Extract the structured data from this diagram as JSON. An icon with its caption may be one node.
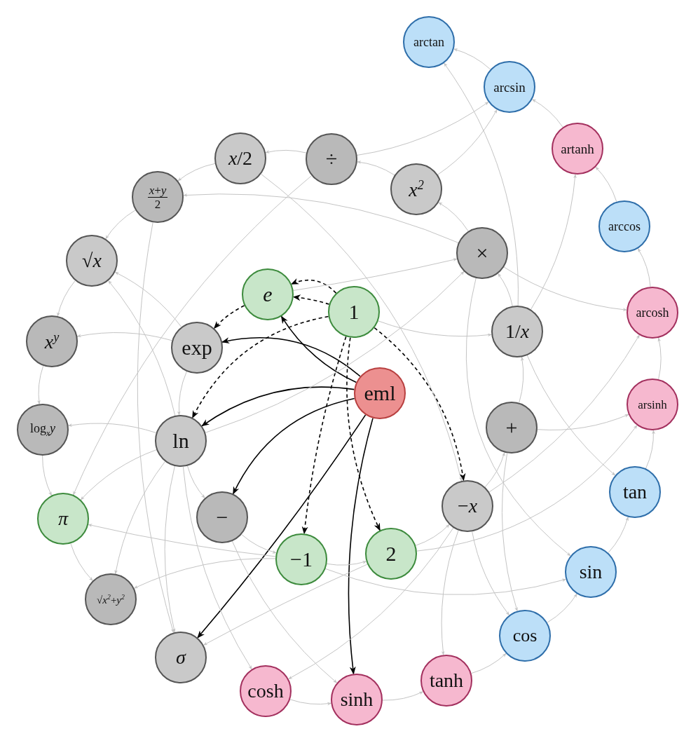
{
  "diagram": {
    "nodes": [
      {
        "text": [
          "eml"
        ]
      },
      {
        "text": [
          "1"
        ]
      },
      {
        "text": [
          "e"
        ]
      },
      {
        "text": [
          "exp"
        ]
      },
      {
        "text": [
          "ln"
        ]
      },
      {
        "text": [
          "−"
        ]
      },
      {
        "text": [
          "−1"
        ]
      },
      {
        "text": [
          "2"
        ]
      },
      {
        "text": [
          "−*x*"
        ]
      },
      {
        "text": [
          "+"
        ]
      },
      {
        "text": [
          "1/*x*"
        ]
      },
      {
        "text": [
          "×"
        ]
      },
      {
        "text": [
          "*x*$^{2}$"
        ]
      },
      {
        "text": [
          "÷"
        ]
      },
      {
        "text": [
          "*x*/2"
        ]
      },
      {
        "text": [
          "*x*+*y*",
          "2"
        ]
      },
      {
        "text": [
          "√*x*"
        ]
      },
      {
        "text": [
          "*x*$^{y}$"
        ]
      },
      {
        "text": [
          "log$_{x}$*y*"
        ]
      },
      {
        "text": [
          "π"
        ]
      },
      {
        "text": [
          "√*x*$^{2}$+*y*$^{2}$"
        ]
      },
      {
        "text": [
          "σ"
        ]
      },
      {
        "text": [
          "cosh"
        ]
      },
      {
        "text": [
          "sinh"
        ]
      },
      {
        "text": [
          "tanh"
        ]
      },
      {
        "text": [
          "cos"
        ]
      },
      {
        "text": [
          "sin"
        ]
      },
      {
        "text": [
          "tan"
        ]
      },
      {
        "text": [
          "arsinh"
        ]
      },
      {
        "text": [
          "arcosh"
        ]
      },
      {
        "text": [
          "arccos"
        ]
      },
      {
        "text": [
          "artanh"
        ]
      },
      {
        "text": [
          "arcsin"
        ]
      },
      {
        "text": [
          "arctan"
        ]
      }
    ],
    "edges": [
      {
        "from": 0,
        "to": 2,
        "arrow": "to",
        "color": "#000000"
      },
      {
        "from": 0,
        "to": 3,
        "arrow": "to",
        "color": "#000000"
      },
      {
        "from": 0,
        "to": 4,
        "arrow": "to",
        "color": "#000000"
      },
      {
        "from": 0,
        "to": 5,
        "arrow": "to",
        "color": "#000000"
      },
      {
        "from": 0,
        "to": 21,
        "arrow": "to",
        "color": "#000000"
      },
      {
        "from": 0,
        "to": 23,
        "arrow": "to",
        "color": "#000000"
      },
      {
        "from": 1,
        "to": 2,
        "arrow": "to",
        "style": "dashed",
        "color": "#000000"
      },
      {
        "from": 1,
        "to": 2,
        "arrow": "to",
        "style": "dashed",
        "color": "#000000"
      },
      {
        "from": 2,
        "to": 3,
        "arrow": "to",
        "style": "dashed",
        "color": "#000000"
      },
      {
        "from": 1,
        "to": 4,
        "arrow": "to",
        "style": "dashed",
        "color": "#000000"
      },
      {
        "from": 1,
        "to": 6,
        "arrow": "to",
        "style": "dashed",
        "color": "#000000"
      },
      {
        "from": 1,
        "to": 7,
        "arrow": "to",
        "style": "dashed",
        "color": "#000000"
      },
      {
        "from": 1,
        "to": 8,
        "arrow": "to",
        "style": "dashed",
        "color": "#000000"
      },
      {
        "from": 13,
        "to": 14,
        "arrow": "to"
      },
      {
        "from": 14,
        "to": 15,
        "arrow": "to"
      },
      {
        "from": 15,
        "to": 16,
        "arrow": "to"
      },
      {
        "from": 16,
        "to": 17,
        "arrow": "to"
      },
      {
        "from": 17,
        "to": 18,
        "arrow": "to"
      },
      {
        "from": 18,
        "to": 19,
        "arrow": "to"
      },
      {
        "from": 19,
        "to": 20,
        "arrow": "to"
      },
      {
        "from": 32,
        "to": 33,
        "arrow": "to"
      },
      {
        "from": 31,
        "to": 32,
        "arrow": "to"
      },
      {
        "from": 30,
        "to": 31,
        "arrow": "to"
      },
      {
        "from": 29,
        "to": 30,
        "arrow": "to"
      },
      {
        "from": 28,
        "to": 29,
        "arrow": "to"
      },
      {
        "from": 27,
        "to": 28,
        "arrow": "to"
      },
      {
        "from": 26,
        "to": 27,
        "arrow": "to"
      },
      {
        "from": 25,
        "to": 26,
        "arrow": "to"
      },
      {
        "from": 24,
        "to": 25,
        "arrow": "to"
      },
      {
        "from": 23,
        "to": 24,
        "arrow": "to"
      },
      {
        "from": 22,
        "to": 23,
        "arrow": "to"
      },
      {
        "from": 11,
        "to": 12,
        "arrow": "to"
      },
      {
        "from": 12,
        "to": 13,
        "arrow": "to"
      },
      {
        "from": 10,
        "to": 11,
        "arrow": "to"
      },
      {
        "from": 9,
        "to": 10,
        "arrow": "to"
      },
      {
        "from": 8,
        "to": 9,
        "arrow": "to"
      },
      {
        "from": 7,
        "to": 8,
        "arrow": "to"
      },
      {
        "from": 6,
        "to": 7,
        "arrow": "to"
      },
      {
        "from": 5,
        "to": 6,
        "arrow": "to"
      },
      {
        "from": 4,
        "to": 5,
        "arrow": "to"
      },
      {
        "from": 3,
        "to": 4,
        "arrow": "to"
      },
      {
        "from": 4,
        "to": 18,
        "arrow": "to"
      },
      {
        "from": 4,
        "to": 16,
        "arrow": "to"
      },
      {
        "from": 3,
        "to": 17,
        "arrow": "to"
      },
      {
        "from": 3,
        "to": 16,
        "arrow": "to"
      },
      {
        "from": 4,
        "to": 19,
        "arrow": "to"
      },
      {
        "from": 4,
        "to": 20,
        "arrow": "to"
      },
      {
        "from": 4,
        "to": 21,
        "arrow": "to"
      },
      {
        "from": 4,
        "to": 22,
        "arrow": "to"
      },
      {
        "from": 5,
        "to": 23,
        "arrow": "to"
      },
      {
        "from": 6,
        "to": 19,
        "arrow": "to"
      },
      {
        "from": 6,
        "to": 20,
        "arrow": "to"
      },
      {
        "from": 7,
        "to": 21,
        "arrow": "to"
      },
      {
        "from": 15,
        "to": 21,
        "arrow": "to"
      },
      {
        "from": 8,
        "to": 22,
        "arrow": "to"
      },
      {
        "from": 8,
        "to": 24,
        "arrow": "to"
      },
      {
        "from": 8,
        "to": 25,
        "arrow": "to"
      },
      {
        "from": 9,
        "to": 25,
        "arrow": "to"
      },
      {
        "from": 9,
        "to": 28,
        "arrow": "to"
      },
      {
        "from": 11,
        "to": 29,
        "arrow": "to"
      },
      {
        "from": 10,
        "to": 31,
        "arrow": "to"
      },
      {
        "from": 10,
        "to": 33,
        "arrow": "to"
      },
      {
        "from": 10,
        "to": 27,
        "arrow": "to"
      },
      {
        "from": 11,
        "to": 15,
        "arrow": "to"
      },
      {
        "from": 12,
        "to": 32,
        "arrow": "to"
      },
      {
        "from": 13,
        "to": 32,
        "arrow": "to"
      },
      {
        "from": 13,
        "to": 19,
        "arrow": "to"
      },
      {
        "from": 1,
        "to": 10,
        "arrow": "to"
      },
      {
        "from": 2,
        "to": 11,
        "arrow": "to"
      },
      {
        "from": 6,
        "to": 26,
        "arrow": "to"
      },
      {
        "from": 7,
        "to": 28,
        "arrow": "to"
      },
      {
        "from": 8,
        "to": 29,
        "arrow": "to"
      },
      {
        "from": 4,
        "to": 11,
        "arrow": "to"
      },
      {
        "from": 11,
        "to": 26,
        "arrow": "to"
      },
      {
        "from": 14,
        "to": 8,
        "arrow": "to"
      }
    ]
  }
}
